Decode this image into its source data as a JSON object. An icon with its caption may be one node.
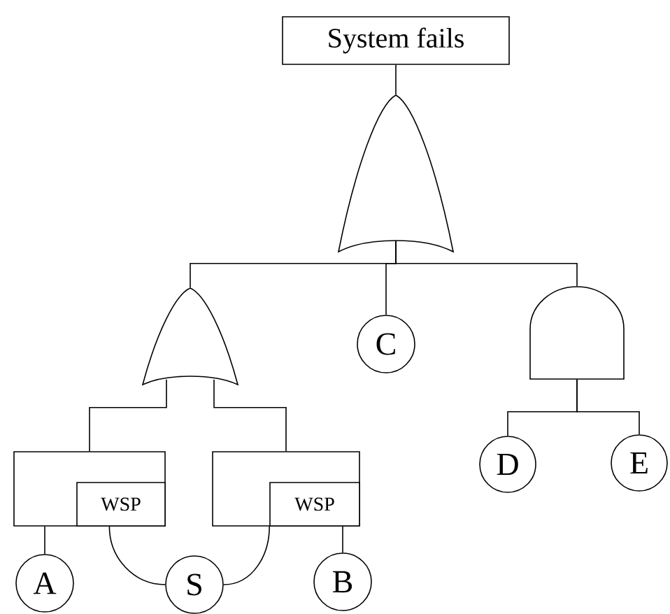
{
  "diagram": {
    "nodes": [
      {
        "text": [
          "System fails"
        ]
      },
      {
        "text": [],
        "shape": "or-gate"
      },
      {
        "text": [],
        "shape": "or-gate"
      },
      {
        "text": [
          "C"
        ]
      },
      {
        "text": [],
        "shape": "and-gate"
      },
      {
        "text": [],
        "shape": "box"
      },
      {
        "text": [
          "WSP"
        ],
        "in": 5
      },
      {
        "text": [],
        "shape": "box"
      },
      {
        "text": [
          "WSP"
        ],
        "in": 7
      },
      {
        "text": [
          "A"
        ]
      },
      {
        "text": [
          "S"
        ]
      },
      {
        "text": [
          "B"
        ]
      },
      {
        "text": [
          "D"
        ]
      },
      {
        "text": [
          "E"
        ]
      }
    ],
    "edges": [
      {
        "from": 0,
        "to": 1,
        "arrow": "none"
      },
      {
        "from": 1,
        "to": 2,
        "arrow": "none"
      },
      {
        "from": 1,
        "to": 3,
        "arrow": "none"
      },
      {
        "from": 1,
        "to": 4,
        "arrow": "none"
      },
      {
        "from": 2,
        "to": 5,
        "arrow": "none"
      },
      {
        "from": 2,
        "to": 7,
        "arrow": "none"
      },
      {
        "from": 5,
        "to": 9,
        "arrow": "none"
      },
      {
        "from": 6,
        "to": 10,
        "arrow": "none"
      },
      {
        "from": 8,
        "to": 10,
        "arrow": "none"
      },
      {
        "from": 7,
        "to": 11,
        "arrow": "none"
      },
      {
        "from": 4,
        "to": 12,
        "arrow": "none"
      },
      {
        "from": 4,
        "to": 13,
        "arrow": "none"
      }
    ]
  }
}
